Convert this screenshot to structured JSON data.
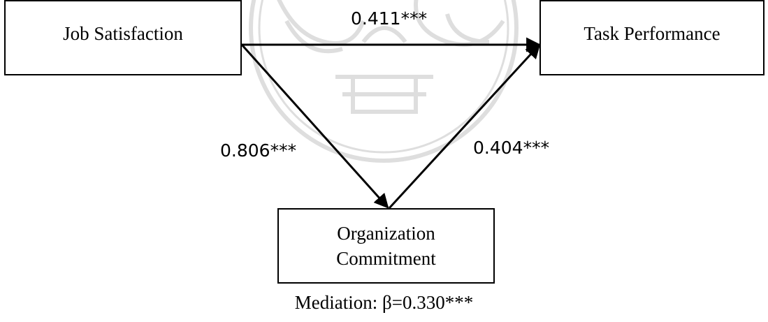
{
  "nodes": {
    "job_satisfaction": "Job Satisfaction",
    "task_performance": "Task Performance",
    "organization_commitment": [
      "Organization",
      "Commitment"
    ]
  },
  "paths": {
    "js_to_tp": "0.411***",
    "js_to_oc": "0.806***",
    "oc_to_tp": "0.404***"
  },
  "mediation": "Mediation: β=0.330***",
  "colors": {
    "ink": "#000000",
    "watermark": "#d9d9d9"
  }
}
